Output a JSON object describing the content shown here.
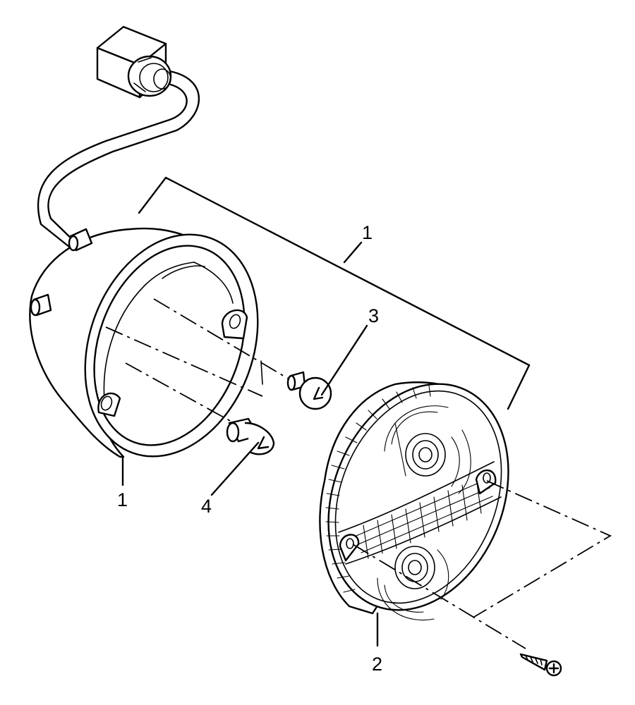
{
  "callouts": {
    "assembly": "1",
    "housing": "1",
    "lens": "2",
    "bulb_small": "3",
    "bulb_large": "4"
  }
}
